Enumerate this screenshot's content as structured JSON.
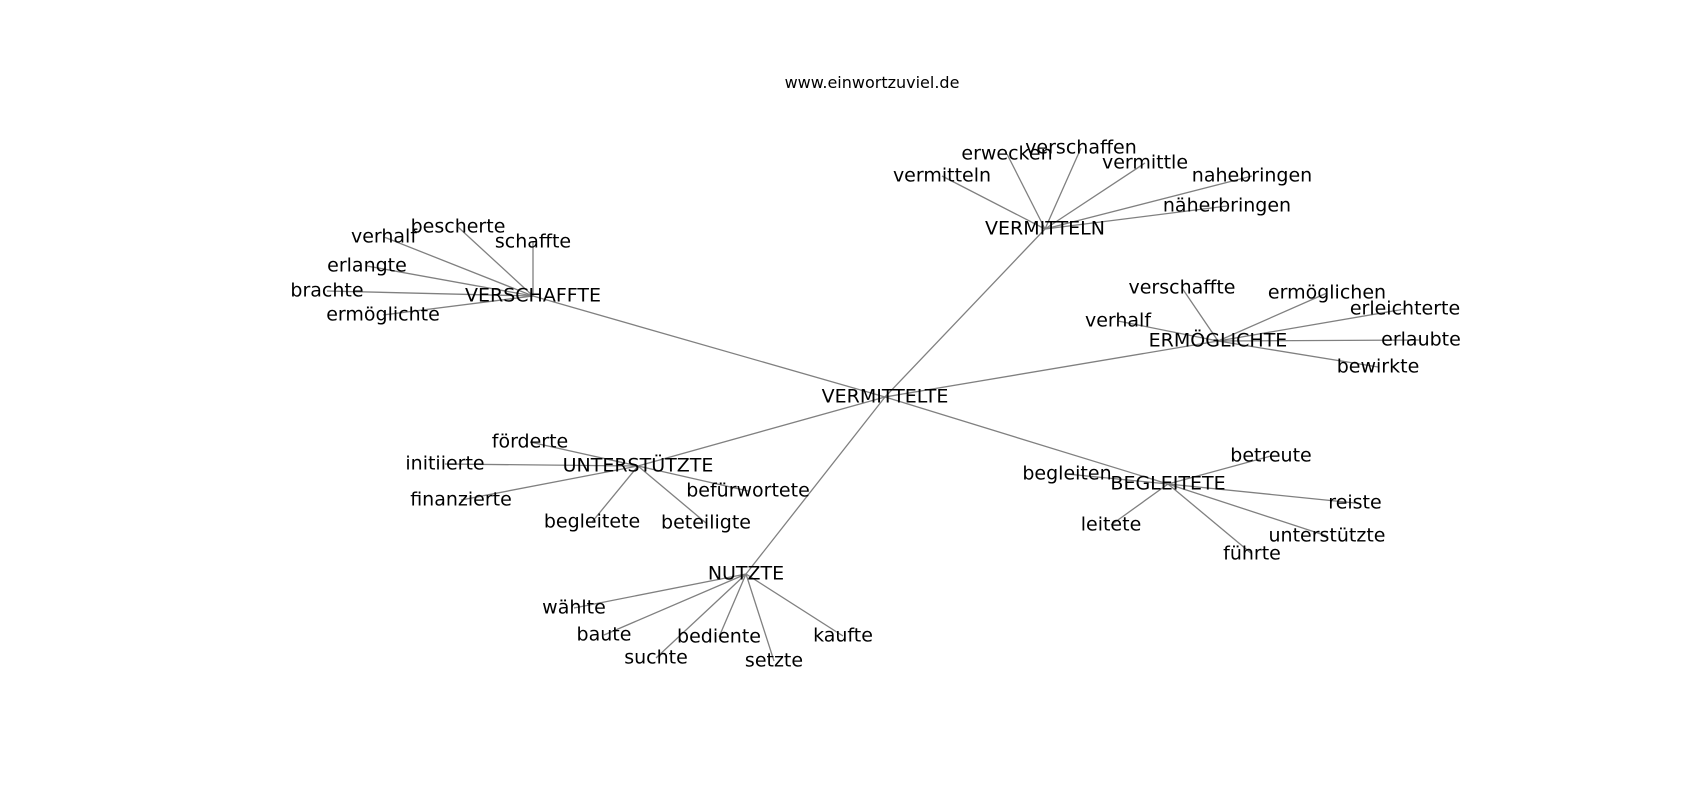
{
  "header": {
    "site": "www.einwortzuviel.de"
  },
  "graph": {
    "root": "VERMITTELTE",
    "hubs": [
      {
        "id": "VERMITTELN",
        "label": "VERMITTELN",
        "leaves": [
          "vermitteln",
          "erwecken",
          "verschaffen",
          "vermittle",
          "nahebringen",
          "näherbringen"
        ]
      },
      {
        "id": "VERSCHAFFTE",
        "label": "VERSCHAFFTE",
        "leaves": [
          "verhalf",
          "bescherte",
          "schaffte",
          "erlangte",
          "brachte",
          "ermöglichte"
        ]
      },
      {
        "id": "ERMOEGLICHTE",
        "label": "ERMÖGLICHTE",
        "leaves": [
          "verschaffte",
          "ermöglichen",
          "erleichterte",
          "verhalf",
          "erlaubte",
          "bewirkte"
        ]
      },
      {
        "id": "UNTERSTUETZTE",
        "label": "UNTERSTÜTZTE",
        "leaves": [
          "förderte",
          "initiierte",
          "finanzierte",
          "befürwortete",
          "begleitete",
          "beteiligte"
        ]
      },
      {
        "id": "BEGLEITETE",
        "label": "BEGLEITETE",
        "leaves": [
          "betreute",
          "begleiten",
          "reiste",
          "leitete",
          "unterstützte",
          "führte"
        ]
      },
      {
        "id": "NUTZTE",
        "label": "NUTZTE",
        "leaves": [
          "wählte",
          "baute",
          "suchte",
          "bediente",
          "setzte",
          "kaufte"
        ]
      }
    ]
  }
}
